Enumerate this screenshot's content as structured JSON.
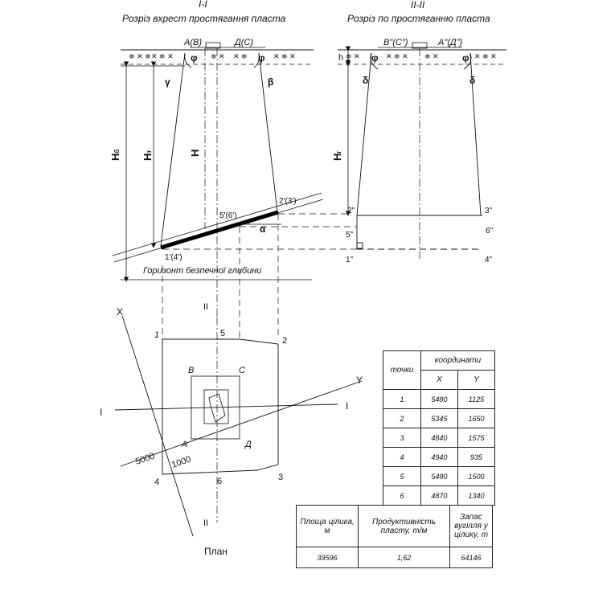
{
  "section1": {
    "title": "I-I",
    "subtitle": "Розріз вхрест простягання пласта",
    "label_top_left": "А(В)",
    "label_top_right": "Д(С)",
    "label_phi": "φ",
    "label_gamma": "γ",
    "label_beta": "β",
    "label_hb": "Н",
    "label_hb_sub": "б",
    "label_ht": "Н",
    "label_ht_sub": "т",
    "label_h": "Н",
    "label_p2": "2'(3')",
    "label_p5": "5'(6')",
    "label_p1": "1'(4')",
    "label_alpha": "α",
    "horizon_label": "Горизонт безпечної глибини"
  },
  "section2": {
    "title": "II-II",
    "subtitle": "Розріз по простяганню пласта",
    "label_top_left": "В\"(С\")",
    "label_top_right": "А\"(Д\")",
    "label_phi": "φ",
    "label_delta": "δ",
    "label_h": "h",
    "label_hg": "Н",
    "label_hg_sub": "г",
    "label_p2": "2\"",
    "label_p3": "3\"",
    "label_p5": "5\"",
    "label_p6": "6\"",
    "label_p1": "1\"",
    "label_p4": "4\""
  },
  "plan": {
    "axis_x": "X",
    "axis_y": "Y",
    "label_I": "I",
    "label_II": "II",
    "p1": "1",
    "p2": "2",
    "p3": "3",
    "p4": "4",
    "p5": "5",
    "p6": "6",
    "corner_a": "А",
    "corner_b": "В",
    "corner_c": "С",
    "corner_d": "Д",
    "scale_5000": "5000",
    "scale_1000": "1000",
    "caption": "План"
  },
  "coord_table": {
    "col_point": "точки",
    "col_coords": "координати",
    "col_x": "X",
    "col_y": "Y",
    "rows": [
      {
        "point": "1",
        "x": "5480",
        "y": "1125"
      },
      {
        "point": "2",
        "x": "5345",
        "y": "1650"
      },
      {
        "point": "3",
        "x": "4840",
        "y": "1575"
      },
      {
        "point": "4",
        "x": "4940",
        "y": "935"
      },
      {
        "point": "5",
        "x": "5480",
        "y": "1500"
      },
      {
        "point": "6",
        "x": "4870",
        "y": "1340"
      }
    ]
  },
  "summary_table": {
    "h_area": "Площа цілика, м",
    "h_prod": "Продуктивність пласту, т/м",
    "h_reserve": "Запас вугілля у цілику, т",
    "area": "39596",
    "prod": "1,62",
    "reserve": "64146"
  }
}
